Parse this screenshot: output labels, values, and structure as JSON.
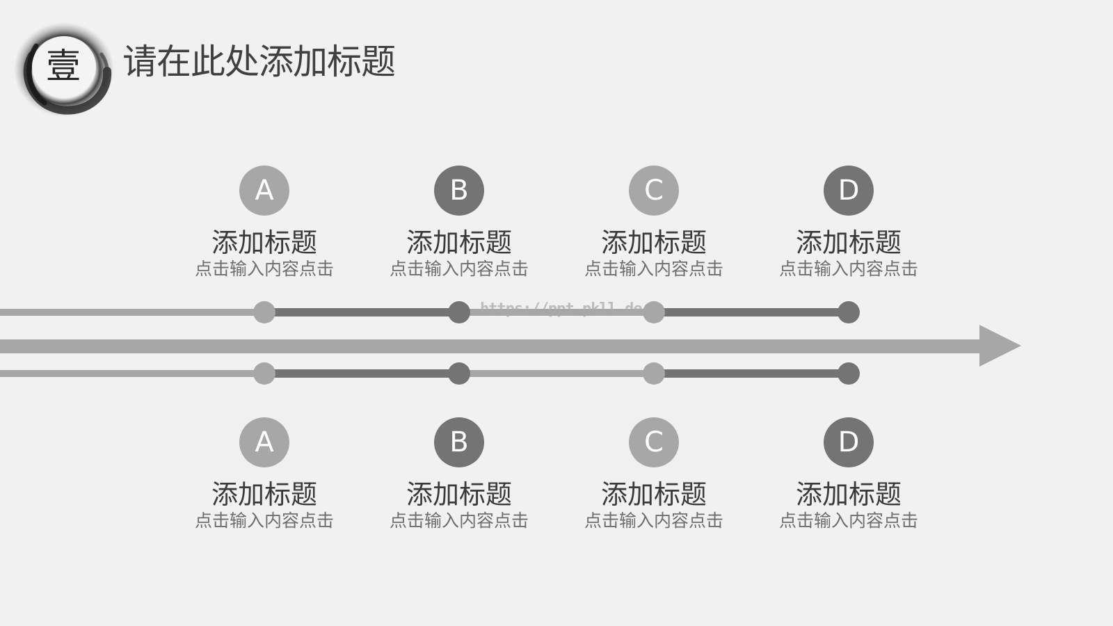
{
  "header": {
    "badge_char": "壹",
    "title": "请在此处添加标题"
  },
  "watermark": "https://ppt.pkll.de",
  "colors": {
    "background": "#f1f1f1",
    "light_gray": "#a7a7a7",
    "dark_gray": "#747474",
    "text_dark": "#3a3a3a",
    "text_muted": "#6e6e6e"
  },
  "top_items": [
    {
      "letter": "A",
      "title": "添加标题",
      "desc": "点击输入内容点击"
    },
    {
      "letter": "B",
      "title": "添加标题",
      "desc": "点击输入内容点击"
    },
    {
      "letter": "C",
      "title": "添加标题",
      "desc": "点击输入内容点击"
    },
    {
      "letter": "D",
      "title": "添加标题",
      "desc": "点击输入内容点击"
    }
  ],
  "bottom_items": [
    {
      "letter": "A",
      "title": "添加标题",
      "desc": "点击输入内容点击"
    },
    {
      "letter": "B",
      "title": "添加标题",
      "desc": "点击输入内容点击"
    },
    {
      "letter": "C",
      "title": "添加标题",
      "desc": "点击输入内容点击"
    },
    {
      "letter": "D",
      "title": "添加标题",
      "desc": "点击输入内容点击"
    }
  ]
}
